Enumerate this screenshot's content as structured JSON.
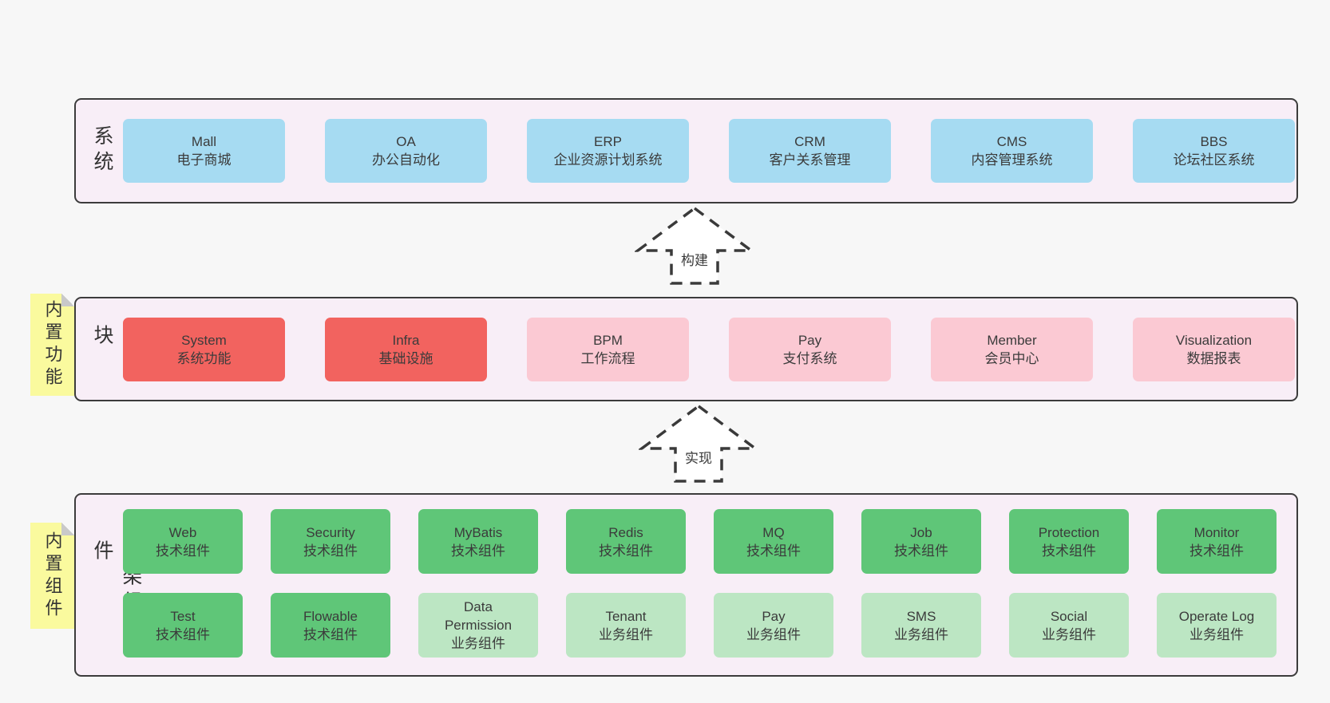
{
  "colors": {
    "page_bg": "#f7f7f7",
    "container_fill": "#f8eef7",
    "container_border": "#3c3c3c",
    "blue": "#a6dbf2",
    "red": "#f2635f",
    "pink": "#fbc9d3",
    "green": "#5fc678",
    "light_green": "#bce6c3",
    "sticky_yellow": "#fafa9e",
    "text": "#3b3b3b"
  },
  "arrows": [
    {
      "label": "构建"
    },
    {
      "label": "实现"
    }
  ],
  "layers": [
    {
      "side_label": "业务系统",
      "boxes": [
        {
          "title": "Mall",
          "subtitle": "电子商城",
          "color": "blue"
        },
        {
          "title": "OA",
          "subtitle": "办公自动化",
          "color": "blue"
        },
        {
          "title": "ERP",
          "subtitle": "企业资源计划系统",
          "color": "blue"
        },
        {
          "title": "CRM",
          "subtitle": "客户关系管理",
          "color": "blue"
        },
        {
          "title": "CMS",
          "subtitle": "内容管理系统",
          "color": "blue"
        },
        {
          "title": "BBS",
          "subtitle": "论坛社区系统",
          "color": "blue"
        }
      ]
    },
    {
      "side_label": "通用模块",
      "sticky": "内置功能",
      "boxes": [
        {
          "title": "System",
          "subtitle": "系统功能",
          "color": "red"
        },
        {
          "title": "Infra",
          "subtitle": "基础设施",
          "color": "red"
        },
        {
          "title": "BPM",
          "subtitle": "工作流程",
          "color": "pink"
        },
        {
          "title": "Pay",
          "subtitle": "支付系统",
          "color": "pink"
        },
        {
          "title": "Member",
          "subtitle": "会员中心",
          "color": "pink"
        },
        {
          "title": "Visualization",
          "subtitle": "数据报表",
          "color": "pink"
        }
      ]
    },
    {
      "side_label": "框架组件",
      "sticky": "内置组件",
      "rows": [
        [
          {
            "title": "Web",
            "subtitle": "技术组件",
            "color": "green"
          },
          {
            "title": "Security",
            "subtitle": "技术组件",
            "color": "green"
          },
          {
            "title": "MyBatis",
            "subtitle": "技术组件",
            "color": "green"
          },
          {
            "title": "Redis",
            "subtitle": "技术组件",
            "color": "green"
          },
          {
            "title": "MQ",
            "subtitle": "技术组件",
            "color": "green"
          },
          {
            "title": "Job",
            "subtitle": "技术组件",
            "color": "green"
          },
          {
            "title": "Protection",
            "subtitle": "技术组件",
            "color": "green"
          },
          {
            "title": "Monitor",
            "subtitle": "技术组件",
            "color": "green"
          }
        ],
        [
          {
            "title": "Test",
            "subtitle": "技术组件",
            "color": "green"
          },
          {
            "title": "Flowable",
            "subtitle": "技术组件",
            "color": "green"
          },
          {
            "title": "Data Permission",
            "subtitle": "业务组件",
            "color": "light_green"
          },
          {
            "title": "Tenant",
            "subtitle": "业务组件",
            "color": "light_green"
          },
          {
            "title": "Pay",
            "subtitle": "业务组件",
            "color": "light_green"
          },
          {
            "title": "SMS",
            "subtitle": "业务组件",
            "color": "light_green"
          },
          {
            "title": "Social",
            "subtitle": "业务组件",
            "color": "light_green"
          },
          {
            "title": "Operate Log",
            "subtitle": "业务组件",
            "color": "light_green"
          }
        ]
      ]
    }
  ]
}
